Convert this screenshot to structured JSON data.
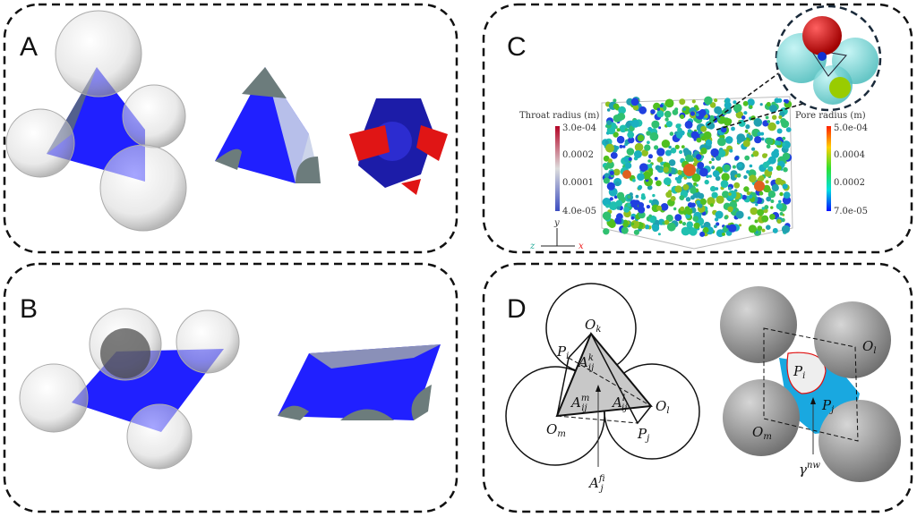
{
  "panels": {
    "a": {
      "label": "A"
    },
    "b": {
      "label": "B"
    },
    "c": {
      "label": "C",
      "throat_colorbar": {
        "title": "Throat radius (m)",
        "ticks": [
          "3.0e-04",
          "0.0002",
          "0.0001",
          "4.0e-05"
        ]
      },
      "pore_colorbar": {
        "title": "Pore radius (m)",
        "ticks": [
          "5.0e-04",
          "0.0004",
          "0.0002",
          "7.0e-05"
        ]
      },
      "axes": {
        "y": "y",
        "z": "z",
        "x": "x"
      }
    },
    "d": {
      "label": "D",
      "left": {
        "Ok": {
          "base": "O",
          "sub": "k"
        },
        "Om": {
          "base": "O",
          "sub": "m"
        },
        "Ol": {
          "base": "O",
          "sub": "l"
        },
        "Pi": {
          "base": "P",
          "sub": "i"
        },
        "Pj": {
          "base": "P",
          "sub": "j"
        },
        "Ak": {
          "base": "A",
          "sub": "ij",
          "sup": "k"
        },
        "Am": {
          "base": "A",
          "sub": "ij",
          "sup": "m"
        },
        "Al": {
          "base": "A",
          "sub": "ij",
          "sup": "l"
        },
        "Af": {
          "base": "A",
          "sub": "ij",
          "sup": "f"
        }
      },
      "right": {
        "Pi": {
          "base": "P",
          "sub": "i"
        },
        "Pj": {
          "base": "P",
          "sub": "j"
        },
        "Om": {
          "base": "O",
          "sub": "m"
        },
        "Ol": {
          "base": "O",
          "sub": "l"
        },
        "gamma": {
          "base": "γ",
          "sup": "nw"
        }
      }
    }
  },
  "colors": {
    "blue": "#1a1aff",
    "red": "#e01010",
    "cyan": "#19a8e0",
    "gray": "#8a8a8a"
  }
}
